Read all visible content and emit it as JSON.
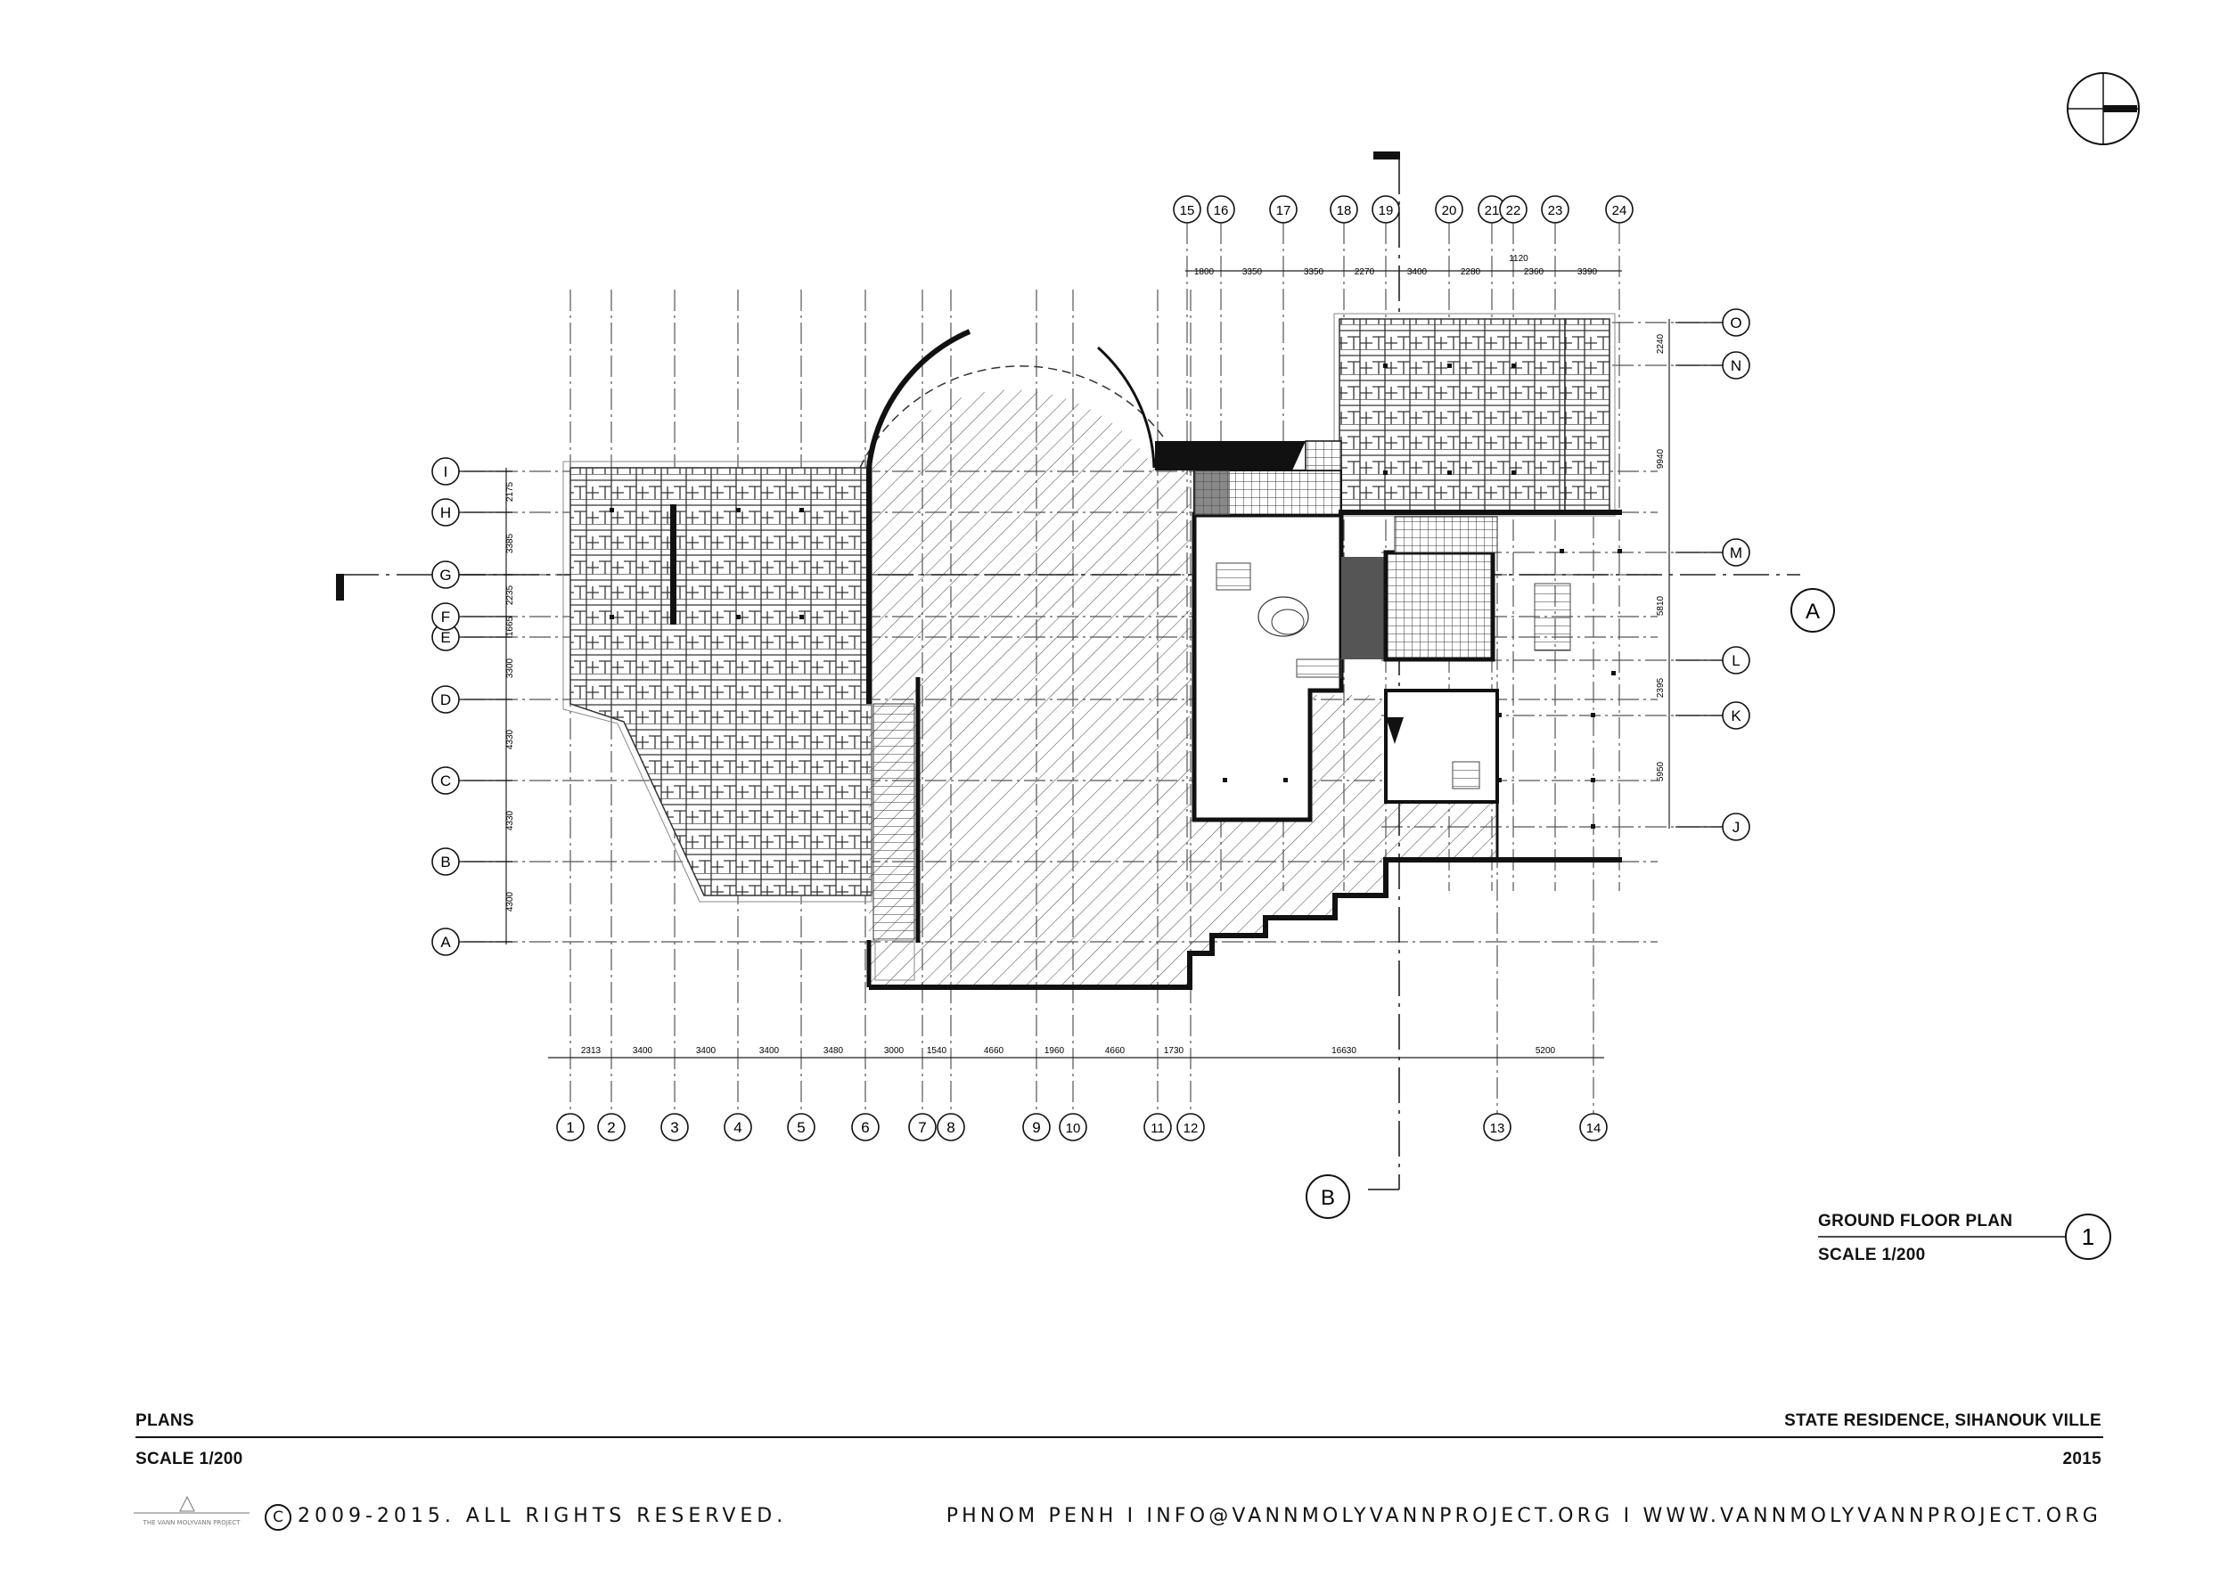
{
  "drawing": {
    "grid_columns_bottom": [
      "1",
      "2",
      "3",
      "4",
      "5",
      "6",
      "7",
      "8",
      "9",
      "10",
      "11",
      "12",
      "13",
      "14"
    ],
    "grid_columns_top": [
      "15",
      "16",
      "17",
      "18",
      "19",
      "20",
      "21",
      "22",
      "23",
      "24"
    ],
    "grid_rows_left": [
      "A",
      "B",
      "C",
      "D",
      "E",
      "F",
      "G",
      "H",
      "I"
    ],
    "grid_rows_right": [
      "J",
      "K",
      "L",
      "M",
      "N",
      "O"
    ],
    "dims_bottom": [
      "2313",
      "3400",
      "3400",
      "3400",
      "3480",
      "3000",
      "1540",
      "4660",
      "1960",
      "4660",
      "1730",
      "16630",
      "5200"
    ],
    "dims_top": [
      "1800",
      "3350",
      "3350",
      "2270",
      "3400",
      "2280",
      "1120",
      "2360",
      "3390"
    ],
    "dims_left": [
      "4300",
      "4330",
      "4330",
      "3300",
      "1665",
      "2235",
      "3385",
      "2175"
    ],
    "dims_right": [
      "2240",
      "9940",
      "5810",
      "2395",
      "5950"
    ],
    "section_markers": [
      "A",
      "B"
    ]
  },
  "title_block": {
    "plan_title": "GROUND FLOOR PLAN",
    "plan_scale": "SCALE  1/200",
    "plan_number": "1"
  },
  "footer": {
    "left_title": "PLANS",
    "left_scale": "SCALE  1/200",
    "right_title": "STATE RESIDENCE, SIHANOUK VILLE",
    "right_year": "2015",
    "copyright_symbol": "C",
    "copyright": "2009-2015. ALL RIGHTS RESERVED.",
    "contact": "PHNOM PENH I INFO@VANNMOLYVANNPROJECT.ORG I WWW.VANNMOLYVANNPROJECT.ORG",
    "logo_text": "THE VANN MOLYVANN PROJECT"
  }
}
